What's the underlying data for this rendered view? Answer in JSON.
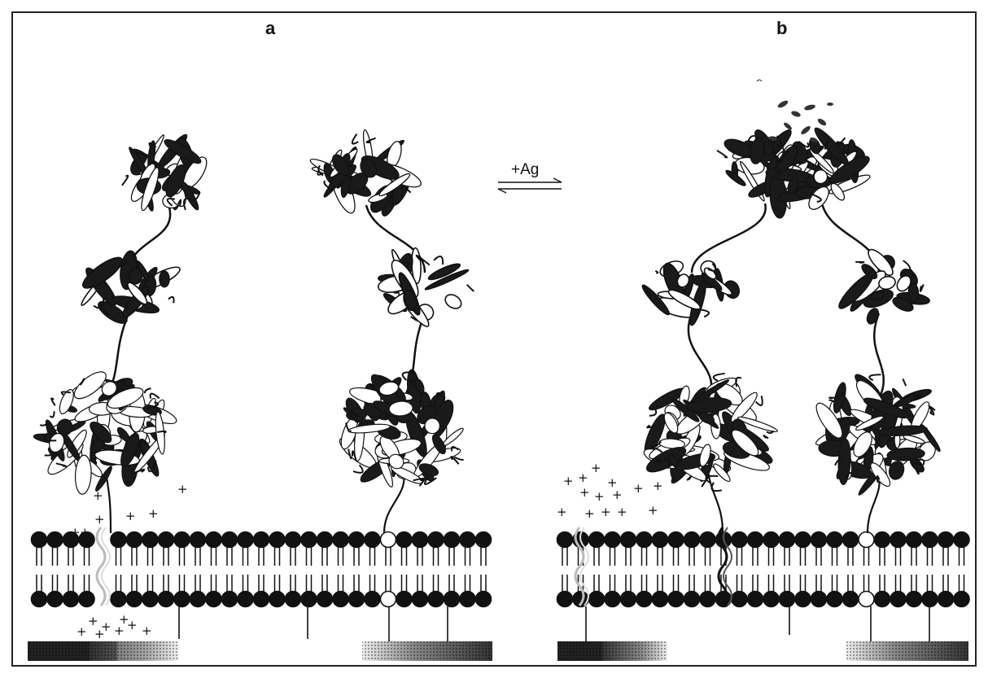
{
  "panels": {
    "a": {
      "label": "a"
    },
    "b": {
      "label": "b"
    }
  },
  "equilibrium": {
    "label": "+Ag"
  },
  "ions": {
    "symbol": "+"
  },
  "colors": {
    "ink": "#111111",
    "membrane_head": "#111111",
    "open_head": "#ffffff",
    "cytoskeleton": "#777777"
  }
}
